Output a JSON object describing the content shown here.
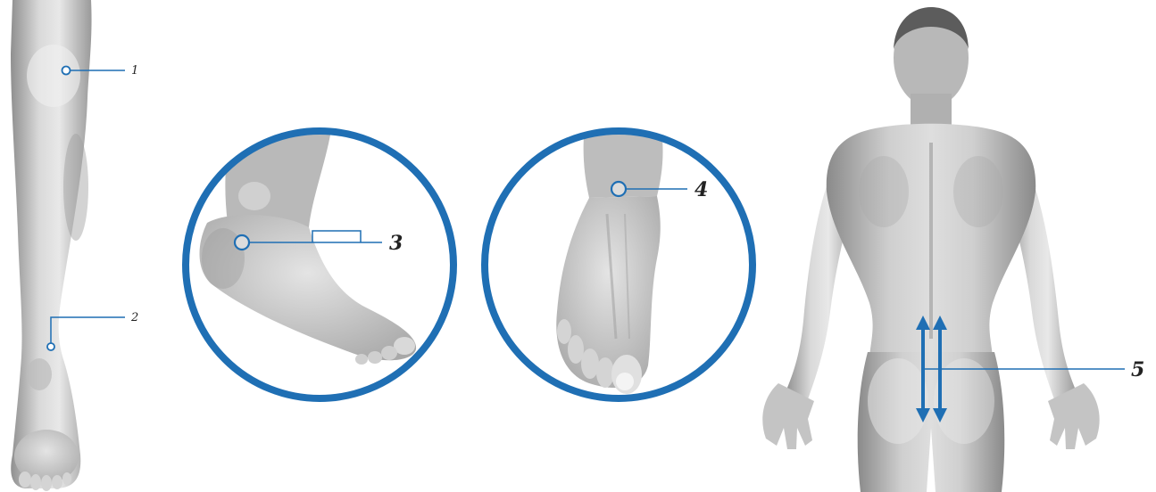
{
  "colors": {
    "accent": "#1f6fb4",
    "skin_light": "#e6e6e6",
    "skin_mid": "#bdbdbd",
    "skin_dark": "#8c8c8c",
    "hair": "#5a5a5a"
  },
  "labels": {
    "l1": "1",
    "l2": "2",
    "l3": "3",
    "l4": "4",
    "l5": "5"
  }
}
